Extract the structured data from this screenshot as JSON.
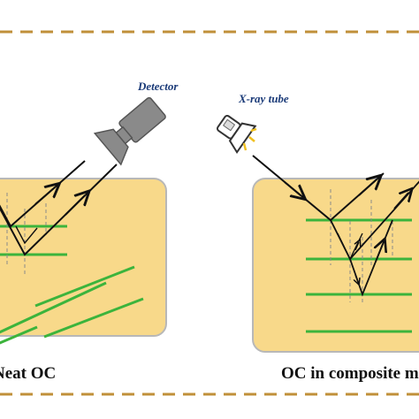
{
  "labels": {
    "detector": "Detector",
    "xray_tube": "X-ray tube",
    "left_panel": "Neat OC",
    "right_panel": "OC in composite m"
  },
  "colors": {
    "frame_dash": "#c0903a",
    "panel_fill": "#f8d98a",
    "panel_stroke": "#b8b8b8",
    "layer_green": "#3cb43c",
    "ray": "#111111",
    "guide_dash": "#8a8a8a",
    "device_label": "#1a3a78",
    "detector_body": "#8a8a8a",
    "tube_glow": "#f0c020"
  },
  "icons": {
    "detector": "detector-icon",
    "xray_tube": "xray-tube-icon"
  }
}
